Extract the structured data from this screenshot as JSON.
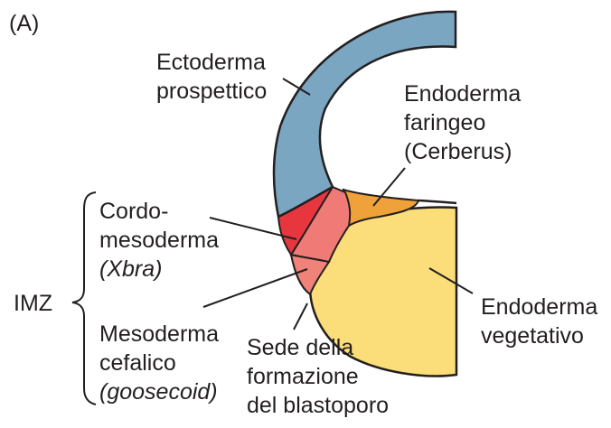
{
  "panel_label": "(A)",
  "labels": {
    "ectoderm": {
      "line1": "Ectoderma",
      "line2": "prospettico"
    },
    "pharyngeal_endoderm": {
      "line1": "Endoderma",
      "line2": "faringeo",
      "line3": "(Cerberus)"
    },
    "chordamesoderm": {
      "line1": "Cordo-",
      "line2": "mesoderma",
      "line3": "(Xbra)"
    },
    "imz": "IMZ",
    "head_mesoderm": {
      "line1": "Mesoderma",
      "line2": "cefalico",
      "line3": "(goosecoid)"
    },
    "blastopore": {
      "line1": "Sede della",
      "line2": "formazione",
      "line3": "del blastoporo"
    },
    "vegetal_endoderm": {
      "line1": "Endoderma",
      "line2": "vegetativo"
    }
  },
  "colors": {
    "ectoderm": "#7aa6c2",
    "chordamesoderm": "#e8363f",
    "mesoderm_light": "#f07a76",
    "head_mesoderm": "#ef8279",
    "pharyngeal_endoderm": "#f0a23a",
    "vegetal_endoderm": "#fbdd79",
    "outline": "#231f20"
  }
}
